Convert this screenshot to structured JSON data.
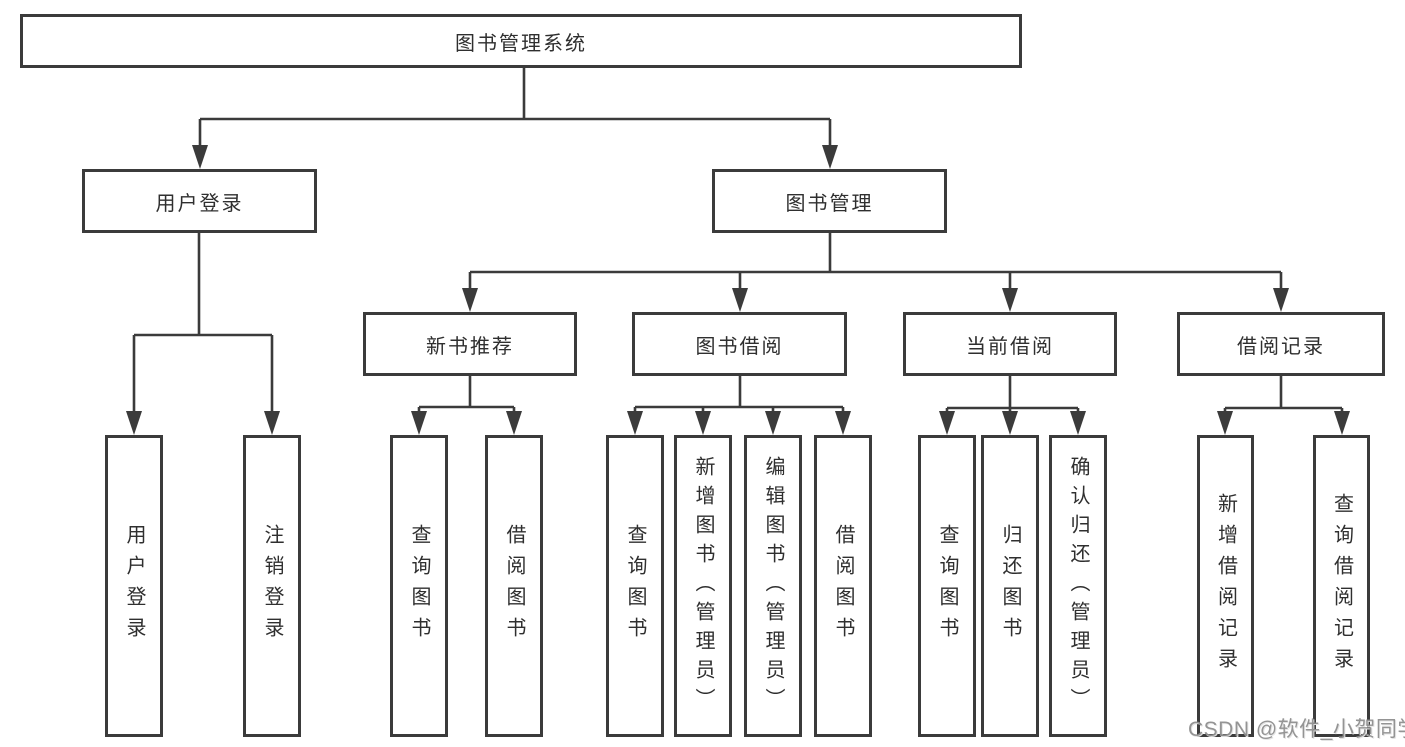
{
  "colors": {
    "line": "#3b3b3b",
    "text": "#2f2f2f",
    "watermark": "#8f8f8f",
    "background": "#ffffff"
  },
  "watermark": {
    "text": "CSDN @软件_小贺同学"
  },
  "tree": {
    "label": "图书管理系统",
    "children": [
      {
        "label": "用户登录",
        "children": [
          {
            "label": "用户登录"
          },
          {
            "label": "注销登录"
          }
        ]
      },
      {
        "label": "图书管理",
        "children": [
          {
            "label": "新书推荐",
            "children": [
              {
                "label": "查询图书"
              },
              {
                "label": "借阅图书"
              }
            ]
          },
          {
            "label": "图书借阅",
            "children": [
              {
                "label": "查询图书"
              },
              {
                "label": "新增图书（管理员）"
              },
              {
                "label": "编辑图书（管理员）"
              },
              {
                "label": "借阅图书"
              }
            ]
          },
          {
            "label": "当前借阅",
            "children": [
              {
                "label": "查询图书"
              },
              {
                "label": "归还图书"
              },
              {
                "label": "确认归还（管理员）"
              }
            ]
          },
          {
            "label": "借阅记录",
            "children": [
              {
                "label": "新增借阅记录"
              },
              {
                "label": "查询借阅记录"
              }
            ]
          }
        ]
      }
    ]
  }
}
